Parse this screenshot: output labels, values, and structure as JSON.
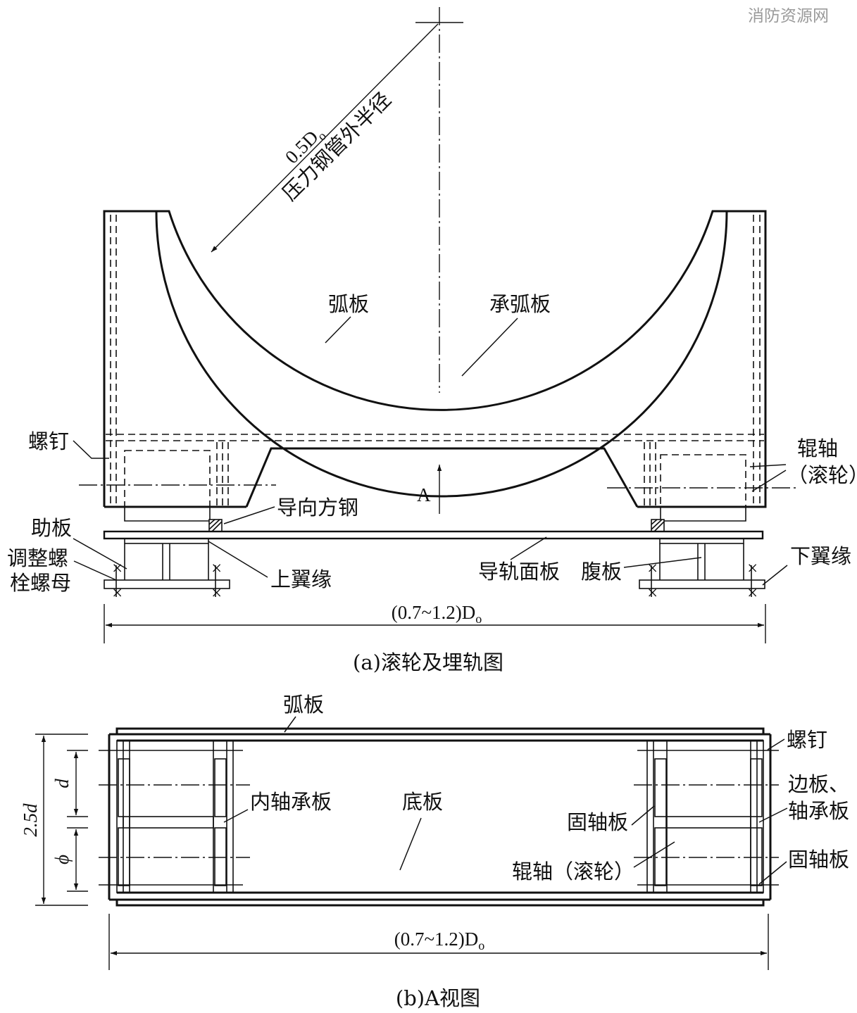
{
  "watermark": "消防资源网",
  "view_a": {
    "radius_dim": "0.5D",
    "radius_dim_sub": "o",
    "radius_label": "压力钢管外半径",
    "arc_plate": "弧板",
    "arc_support_plate": "承弧板",
    "screw": "螺钉",
    "roller_shaft_1": "辊轴",
    "roller_shaft_2": "（滚轮）",
    "view_arrow": "A",
    "guide_bar": "导向方钢",
    "rib_plate": "助板",
    "adjust_nut_1": "调整螺",
    "adjust_nut_2": "栓螺母",
    "upper_flange": "上翼缘",
    "rail_face_plate": "导轨面板",
    "web_plate": "腹板",
    "lower_flange": "下翼缘",
    "width_dim": "(0.7~1.2)D",
    "width_dim_sub": "o",
    "caption": "(a)滚轮及埋轨图"
  },
  "view_b": {
    "arc_plate": "弧板",
    "screw": "螺钉",
    "side_plate_1": "边板、",
    "side_plate_2": "轴承板",
    "inner_bearing_plate": "内轴承板",
    "bottom_plate": "底板",
    "fixed_shaft_plate_left": "固轴板",
    "fixed_shaft_plate_right": "固轴板",
    "roller_shaft": "辊轴（滚轮）",
    "dim_d": "d",
    "dim_phi": "ϕ",
    "dim_25d": "2.5d",
    "width_dim": "(0.7~1.2)D",
    "width_dim_sub": "o",
    "caption": "(b)A视图"
  }
}
